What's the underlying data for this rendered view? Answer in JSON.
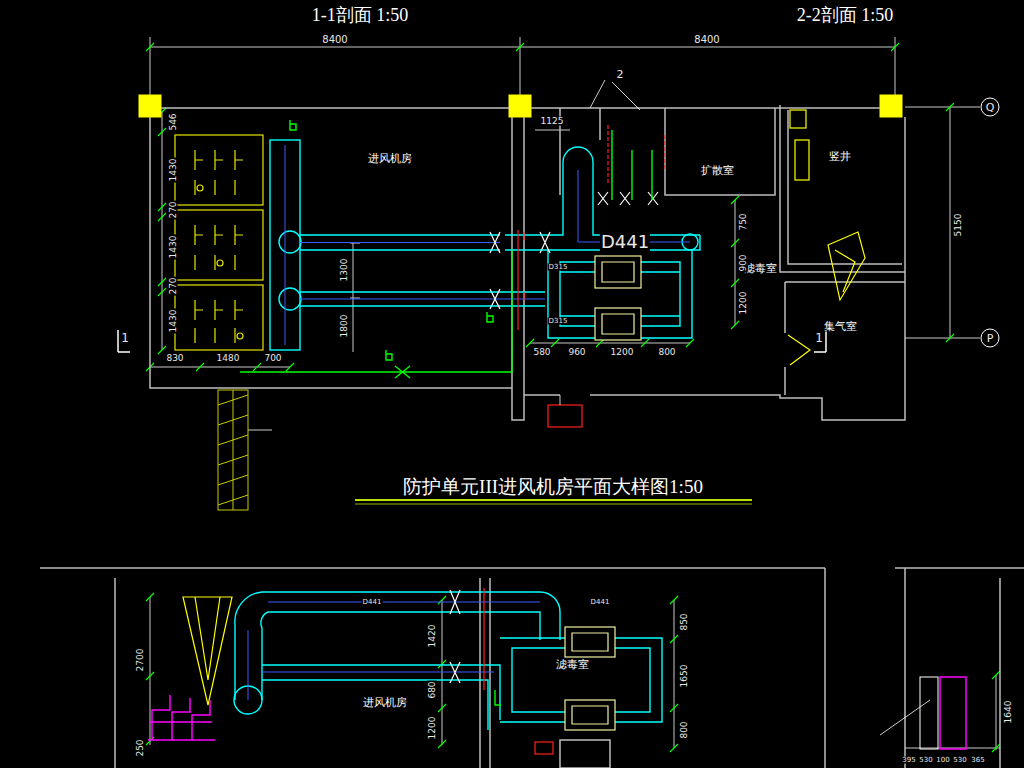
{
  "diagram": {
    "title": "防护单元III进风机房平面大样图1:50",
    "nodes": [
      {
        "text": [
          "进风机房"
        ]
      },
      {
        "text": [
          "滤毒室"
        ]
      },
      {
        "text": [
          "扩散室"
        ]
      },
      {
        "text": [
          "竖井"
        ]
      },
      {
        "text": [
          "集气室"
        ]
      },
      {
        "text": [
          "进风机房"
        ]
      },
      {
        "text": [
          "滤毒室"
        ]
      }
    ],
    "labels": [
      "1-1剖面 1:50",
      "2-2剖面 1:50",
      "8400",
      "8400",
      "546",
      "1430",
      "270",
      "1430",
      "270",
      "1430",
      "830",
      "1480",
      "700",
      "1300",
      "1800",
      "1125",
      "750",
      "900",
      "1200",
      "580",
      "960",
      "1200",
      "800",
      "5150",
      "Q",
      "P",
      "1",
      "1",
      "D441",
      "D315",
      "D315",
      "2",
      "D441",
      "D441",
      "2700",
      "250",
      "1420",
      "680",
      "1200",
      "850",
      "1650",
      "800",
      "1640",
      "395",
      "530",
      "100",
      "530",
      "365"
    ]
  }
}
